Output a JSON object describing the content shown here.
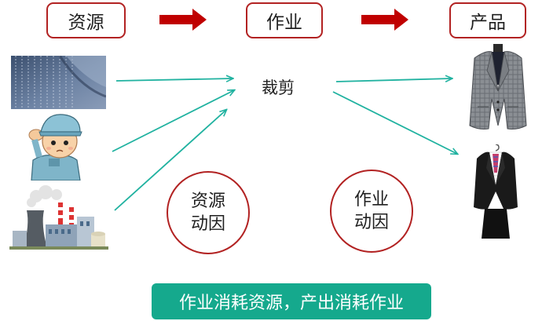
{
  "headers": {
    "resource": "资源",
    "operation": "作业",
    "product": "产品"
  },
  "process": {
    "label": "裁剪"
  },
  "circles": {
    "resource_line1": "资源",
    "resource_line2": "动因",
    "operation_line1": "作业",
    "operation_line2": "动因"
  },
  "banner": {
    "text": "作业消耗资源，产出消耗作业"
  },
  "icons": {
    "resources": [
      "fabric-icon",
      "worker-icon",
      "factory-icon"
    ],
    "products": [
      "gray-blazer-icon",
      "black-suit-icon"
    ]
  },
  "colors": {
    "header_border": "#b22222",
    "flow_arrow": "#c00000",
    "connector": "#20b2a0",
    "banner_bg": "#15a98d"
  }
}
